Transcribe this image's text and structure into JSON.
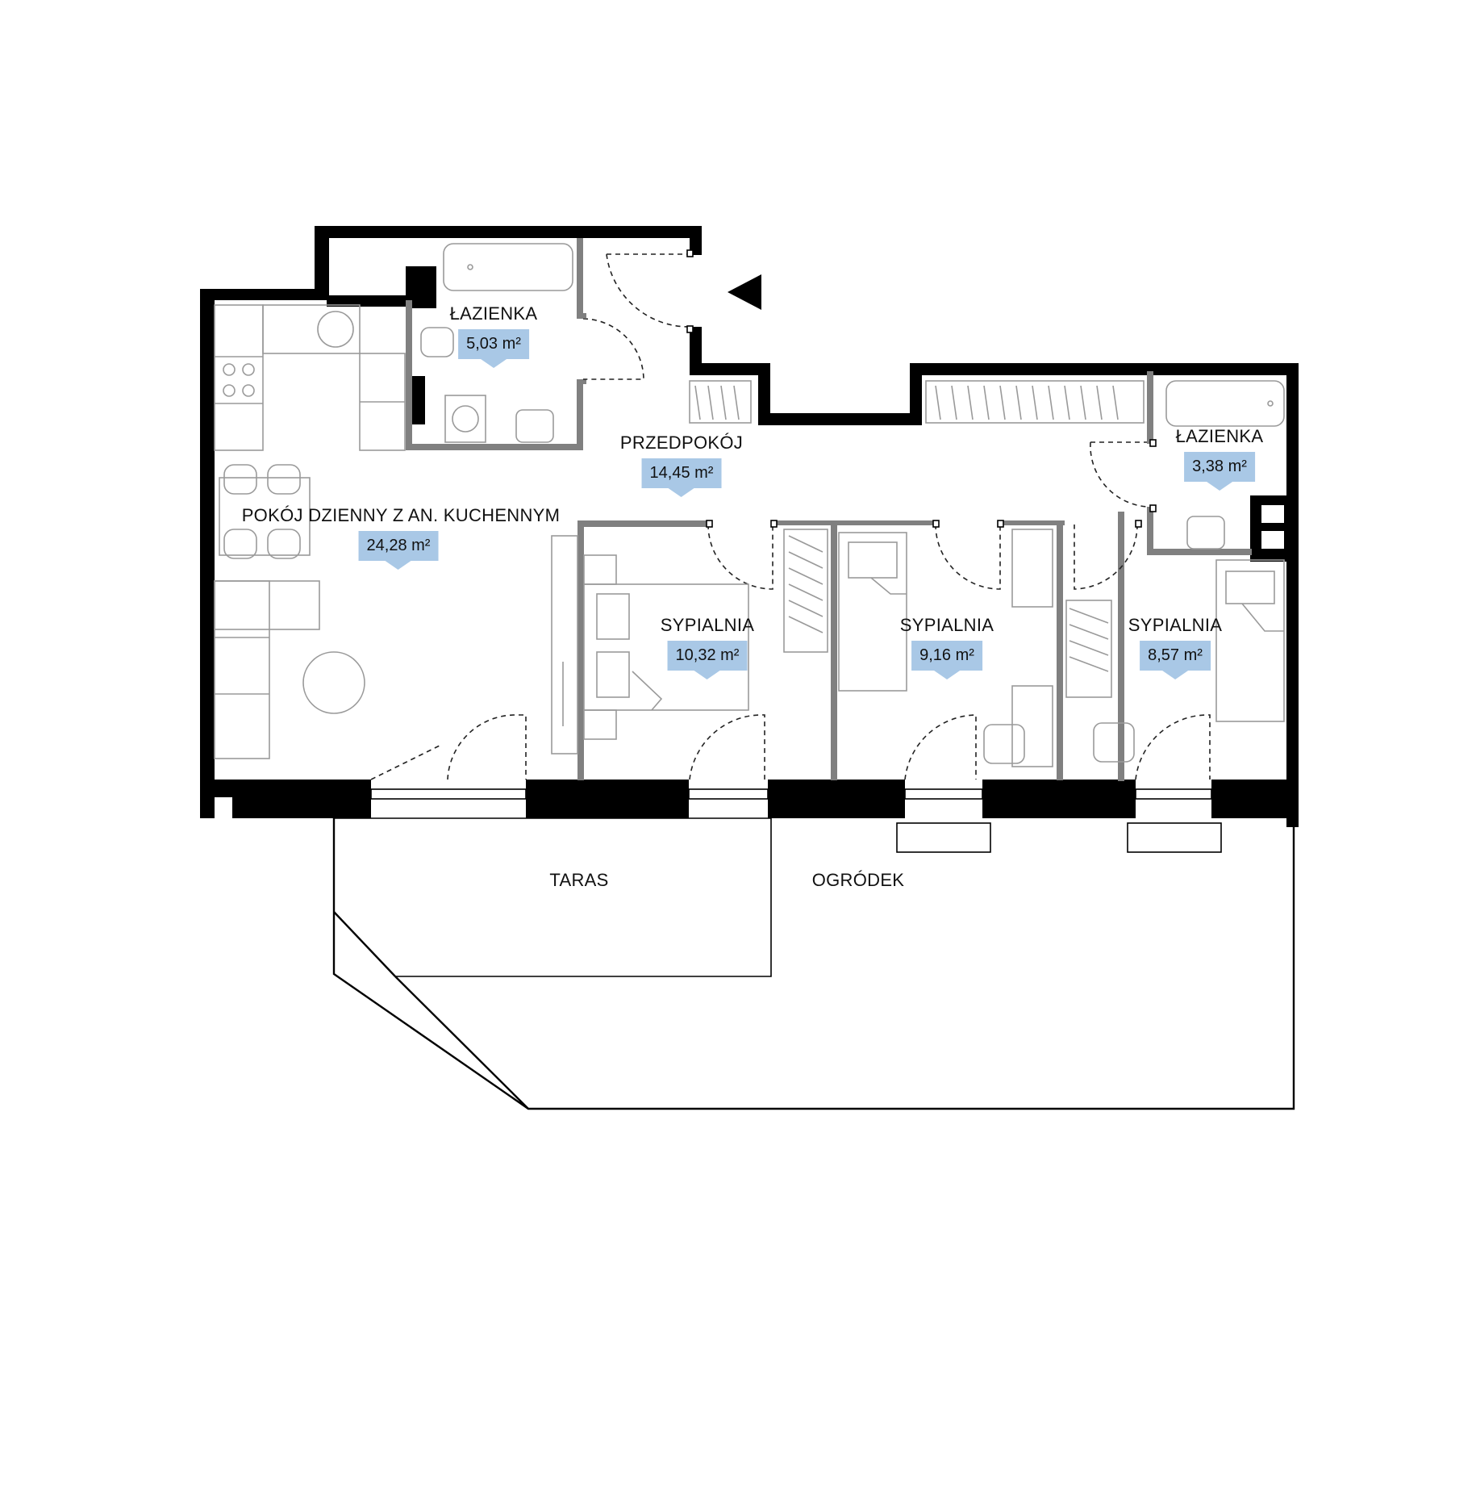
{
  "rooms": [
    {
      "id": "bath1",
      "name": "ŁAZIENKA",
      "area": "5,03 m²"
    },
    {
      "id": "hall",
      "name": "PRZEDPOKÓJ",
      "area": "14,45 m²"
    },
    {
      "id": "bath2",
      "name": "ŁAZIENKA",
      "area": "3,38 m²"
    },
    {
      "id": "living",
      "name": "POKÓJ DZIENNY Z AN. KUCHENNYM",
      "area": "24,28 m²"
    },
    {
      "id": "bed1",
      "name": "SYPIALNIA",
      "area": "10,32 m²"
    },
    {
      "id": "bed2",
      "name": "SYPIALNIA",
      "area": "9,16 m²"
    },
    {
      "id": "bed3",
      "name": "SYPIALNIA",
      "area": "8,57 m²"
    }
  ],
  "outdoor": [
    {
      "id": "terrace",
      "name": "TARAS"
    },
    {
      "id": "garden",
      "name": "OGRÓDEK"
    }
  ],
  "entrance_marker": "entrance-arrow-icon",
  "colors": {
    "area_badge": "#a9c8e6",
    "wall": "#000000",
    "partition": "#808080"
  }
}
